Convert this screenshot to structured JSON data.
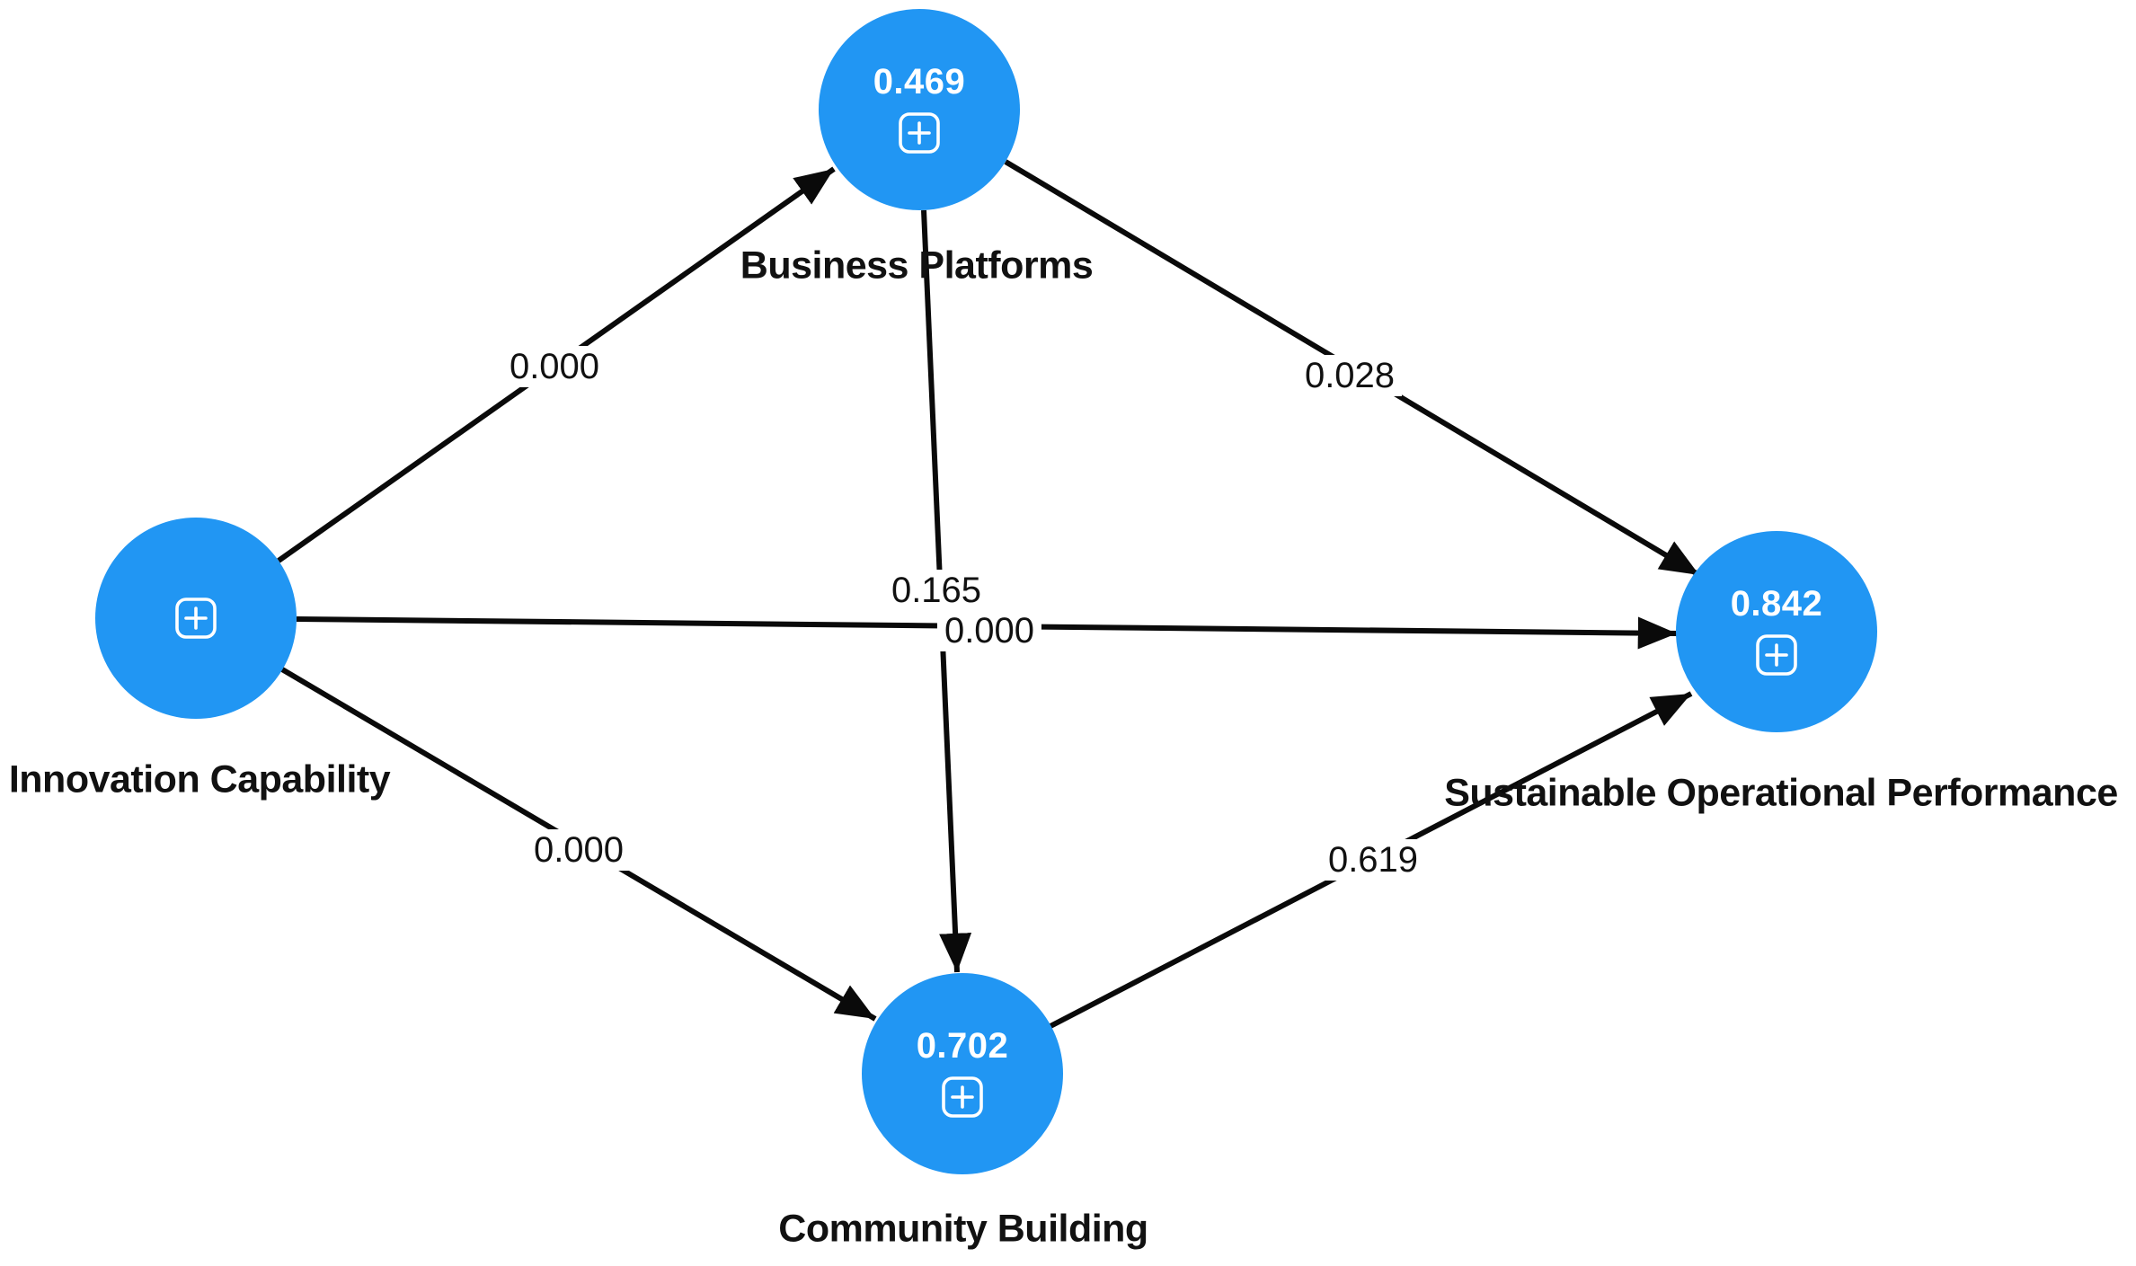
{
  "diagram": {
    "kind": "structural-equation-path-model",
    "nodes": [
      {
        "id": "business-platforms",
        "label": "Business Platforms",
        "value": "0.469"
      },
      {
        "id": "innovation-capability",
        "label": "Innovation Capability"
      },
      {
        "id": "sustainable-operational-performance",
        "label": "Sustainable Operational Performance",
        "value": "0.842"
      },
      {
        "id": "community-building",
        "label": "Community Building",
        "value": "0.702"
      }
    ],
    "paths": [
      {
        "from": "Innovation Capability",
        "to": "Business Platforms",
        "coefficient": "0.000"
      },
      {
        "from": "Innovation Capability",
        "to": "Sustainable Operational Performance",
        "coefficient": "0.000"
      },
      {
        "from": "Innovation Capability",
        "to": "Community Building",
        "coefficient": "0.000"
      },
      {
        "from": "Business Platforms",
        "to": "Sustainable Operational Performance",
        "coefficient": "0.028"
      },
      {
        "from": "Business Platforms",
        "to": "Community Building",
        "coefficient": "0.165"
      },
      {
        "from": "Community Building",
        "to": "Sustainable Operational Performance",
        "coefficient": "0.619"
      }
    ],
    "icons": {
      "node_icon": "plus-in-rounded-square"
    },
    "colors": {
      "node_fill": "#2196f3",
      "node_text": "#ffffff",
      "arrow": "#0a0a0a",
      "label_text": "#111111",
      "background": "#ffffff"
    }
  }
}
